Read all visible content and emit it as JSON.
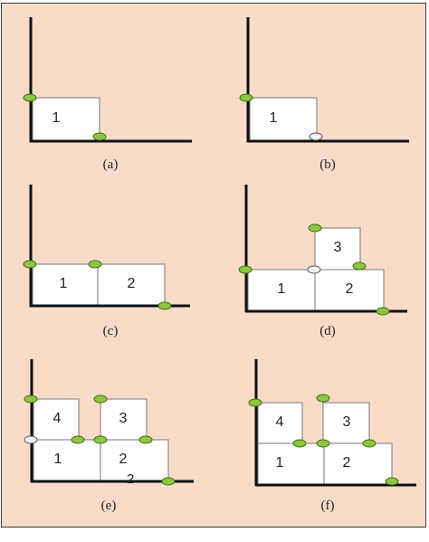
{
  "colors": {
    "background": "#f8dcc8",
    "axis": "#111111",
    "box_fill": "#ffffff",
    "box_border": "#777777",
    "active_point": "#8dc63f",
    "inactive_point": "#f2f2f2"
  },
  "panels": [
    {
      "caption": "(a)",
      "boxes": [
        "1"
      ],
      "active_points": 2,
      "inactive_points": 0
    },
    {
      "caption": "(b)",
      "boxes": [
        "1"
      ],
      "active_points": 1,
      "inactive_points": 1
    },
    {
      "caption": "(c)",
      "boxes": [
        "1",
        "2"
      ],
      "active_points": 3,
      "inactive_points": 0
    },
    {
      "caption": "(d)",
      "boxes": [
        "1",
        "2",
        "3"
      ],
      "active_points": 4,
      "inactive_points": 1
    },
    {
      "caption": "(e)",
      "boxes": [
        "1",
        "2",
        "3",
        "4"
      ],
      "active_points": 6,
      "inactive_points": 1,
      "stray_label": "2"
    },
    {
      "caption": "(f)",
      "boxes": [
        "1",
        "2",
        "3",
        "4"
      ],
      "active_points": 6,
      "inactive_points": 0
    }
  ]
}
